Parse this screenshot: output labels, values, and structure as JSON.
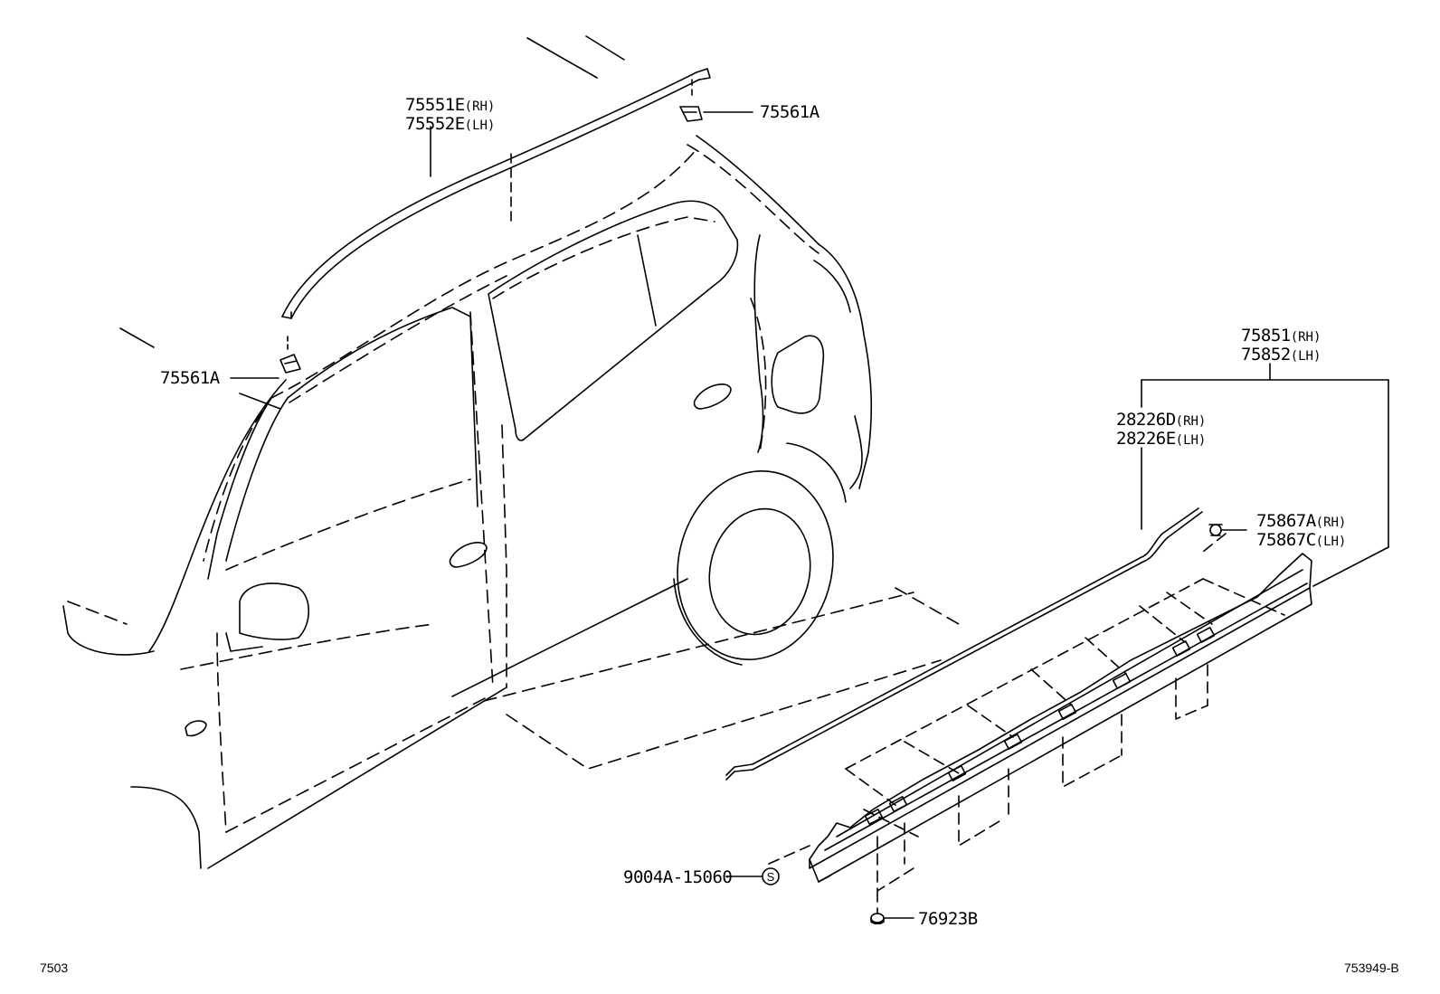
{
  "labels": {
    "roof_molding_rh": {
      "part": "75551E",
      "side": "(RH)"
    },
    "roof_molding_lh": {
      "part": "75552E",
      "side": "(LH)"
    },
    "clip_rear": {
      "part": "75561A"
    },
    "clip_front": {
      "part": "75561A"
    },
    "rocker_rh": {
      "part": "75851",
      "side": "(RH)"
    },
    "rocker_lh": {
      "part": "75852",
      "side": "(LH)"
    },
    "tape_rh": {
      "part": "28226D",
      "side": "(RH)"
    },
    "tape_lh": {
      "part": "28226E",
      "side": "(LH)"
    },
    "rocker_clip_rh": {
      "part": "75867A",
      "side": "(RH)"
    },
    "rocker_clip_lh": {
      "part": "75867C",
      "side": "(LH)"
    },
    "screw": {
      "part": "9004A-15060"
    },
    "screw_symbol": "S",
    "plug": {
      "part": "76923B"
    }
  },
  "corner": {
    "left": "7503",
    "right": "753949-B"
  }
}
